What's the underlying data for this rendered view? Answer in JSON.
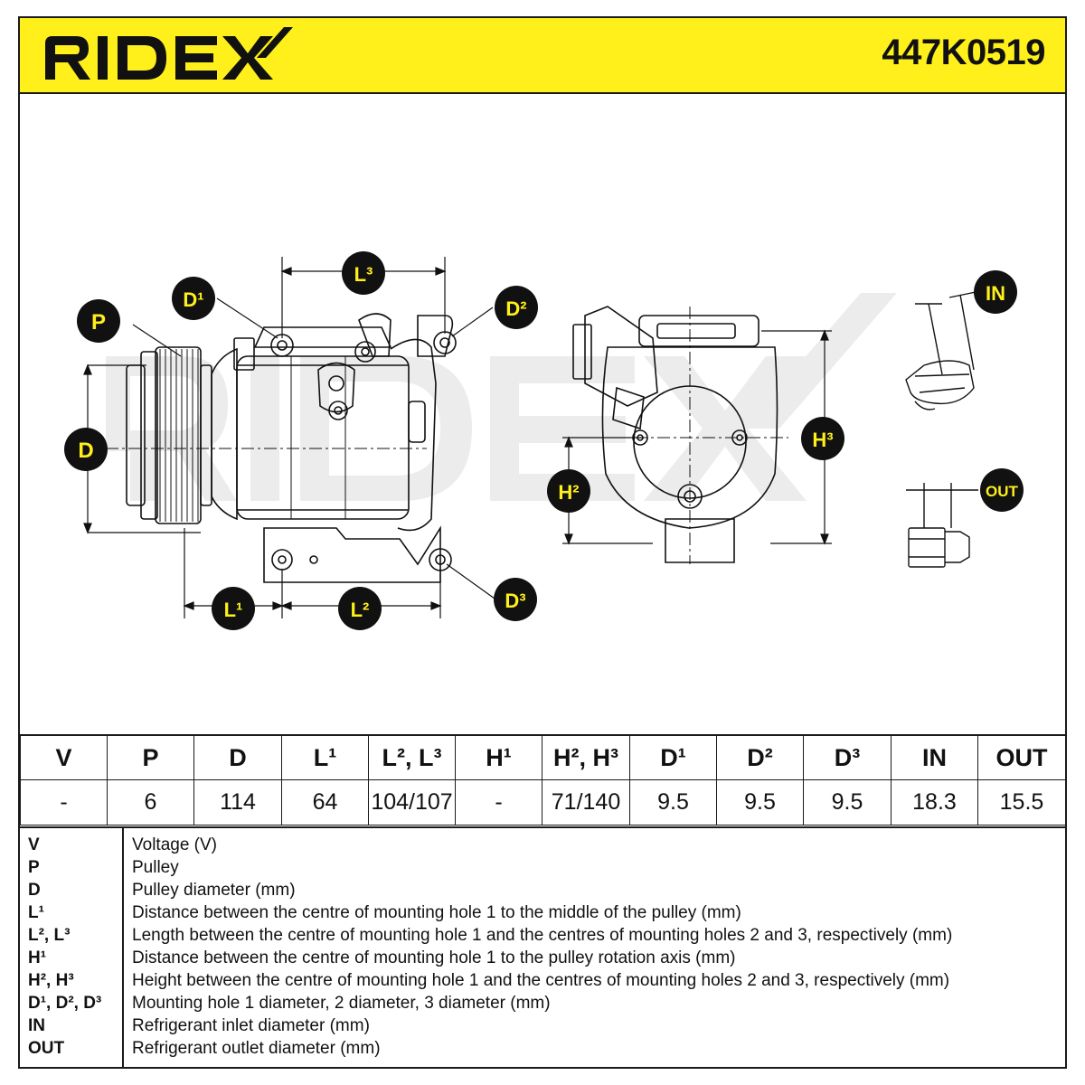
{
  "header": {
    "brand": "RIDEX",
    "part_number": "447K0519"
  },
  "diagram_labels": {
    "P": "P",
    "D": "D",
    "D1": "D¹",
    "D2": "D²",
    "D3": "D³",
    "L1": "L¹",
    "L2": "L²",
    "L3": "L³",
    "H2": "H²",
    "H3": "H³",
    "IN": "IN",
    "OUT": "OUT"
  },
  "spec_table": {
    "headers": [
      "V",
      "P",
      "D",
      "L¹",
      "L², L³",
      "H¹",
      "H², H³",
      "D¹",
      "D²",
      "D³",
      "IN",
      "OUT"
    ],
    "values": [
      "-",
      "6",
      "114",
      "64",
      "104/107",
      "-",
      "71/140",
      "9.5",
      "9.5",
      "9.5",
      "18.3",
      "15.5"
    ]
  },
  "legend": [
    {
      "key": "V",
      "desc": "Voltage (V)"
    },
    {
      "key": "P",
      "desc": "Pulley"
    },
    {
      "key": "D",
      "desc": "Pulley diameter (mm)"
    },
    {
      "key": "L¹",
      "desc": "Distance between the centre of mounting hole 1 to the middle of the pulley (mm)"
    },
    {
      "key": "L², L³",
      "desc": "Length between the centre of mounting hole 1 and the centres of mounting holes 2 and 3, respectively (mm)"
    },
    {
      "key": "H¹",
      "desc": "Distance between the centre of mounting hole 1 to the pulley rotation axis (mm)"
    },
    {
      "key": "H², H³",
      "desc": "Height between the centre of mounting hole 1 and the centres of mounting holes 2 and 3, respectively (mm)"
    },
    {
      "key": "D¹, D², D³",
      "desc": "Mounting hole 1 diameter, 2 diameter, 3 diameter (mm)"
    },
    {
      "key": "IN",
      "desc": "Refrigerant inlet diameter (mm)"
    },
    {
      "key": "OUT",
      "desc": "Refrigerant outlet diameter (mm)"
    }
  ],
  "colors": {
    "accent_yellow": "#ffef1a",
    "badge_black": "#111111",
    "watermark_grey": "#ececec"
  }
}
